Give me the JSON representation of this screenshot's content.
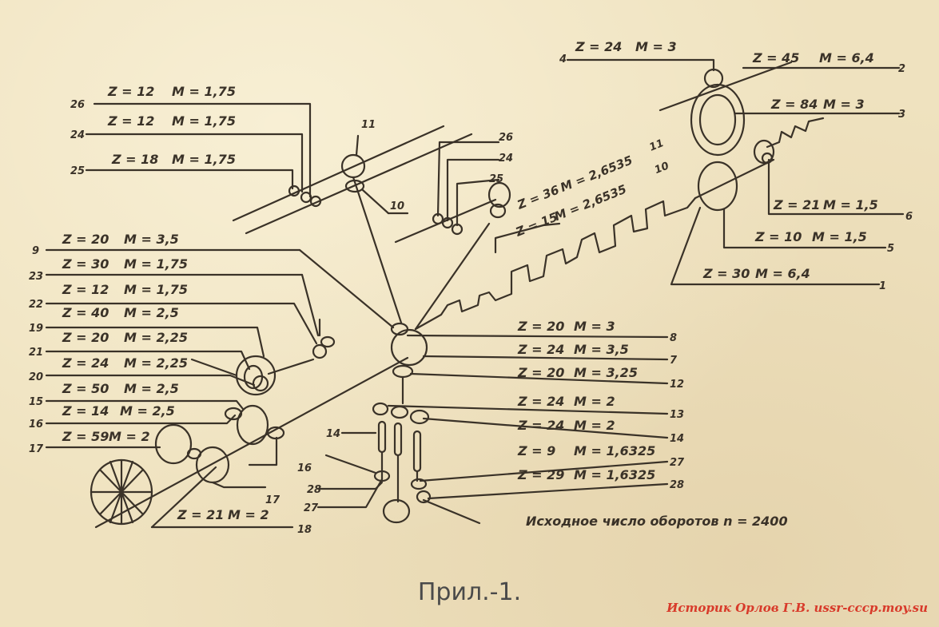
{
  "left_labels": [
    {
      "num": "26",
      "z": "Z = 12",
      "m": "M = 1,75"
    },
    {
      "num": "24",
      "z": "Z = 12",
      "m": "M = 1,75"
    },
    {
      "num": "25",
      "z": "Z = 18",
      "m": "M = 1,75"
    },
    {
      "num": "9",
      "z": "Z = 20",
      "m": "M = 3,5"
    },
    {
      "num": "23",
      "z": "Z = 30",
      "m": "M = 1,75"
    },
    {
      "num": "22",
      "z": "Z = 12",
      "m": "M = 1,75"
    },
    {
      "num": "19",
      "z": "Z = 40",
      "m": "M = 2,5"
    },
    {
      "num": "21",
      "z": "Z = 20",
      "m": "M = 2,25"
    },
    {
      "num": "20",
      "z": "Z = 24",
      "m": "M = 2,25"
    },
    {
      "num": "15",
      "z": "Z = 50",
      "m": "M = 2,5"
    },
    {
      "num": "16",
      "z": "Z = 14",
      "m": "M = 2,5"
    },
    {
      "num": "17",
      "z": "Z = 59",
      "m": "M = 2"
    }
  ],
  "right_labels": [
    {
      "num": "8",
      "z": "Z = 20",
      "m": "M = 3"
    },
    {
      "num": "7",
      "z": "Z = 24",
      "m": "M = 3,5"
    },
    {
      "num": "12",
      "z": "Z = 20",
      "m": "M = 3,25"
    },
    {
      "num": "13",
      "z": "Z = 24",
      "m": "M = 2"
    },
    {
      "num": "14",
      "z": "Z = 24",
      "m": "M = 2"
    },
    {
      "num": "27",
      "z": "Z = 9",
      "m": "M = 1,6325"
    },
    {
      "num": "28",
      "z": "Z = 29",
      "m": "M = 1,6325"
    }
  ],
  "top_right_labels": [
    {
      "num": "4",
      "z": "Z = 24",
      "m": "M = 3"
    },
    {
      "num": "2",
      "z": "Z = 45",
      "m": "M = 6,4"
    },
    {
      "num": "3",
      "z": "Z = 84",
      "m": "M = 3"
    },
    {
      "num": "6",
      "z": "Z = 21",
      "m": "M = 1,5"
    },
    {
      "num": "5",
      "z": "Z = 10",
      "m": "M = 1,5"
    },
    {
      "num": "1",
      "z": "Z = 30",
      "m": "M = 6,4"
    }
  ],
  "center_labels": {
    "n26": "26",
    "n24": "24",
    "n25": "25",
    "n11": "11",
    "n10": "10",
    "top11": "11",
    "top10": "10",
    "g11_z": "Z = 36",
    "g11_m": "M = 2,6535",
    "g10_z": "Z = 15",
    "g10_m": "M = 2,6535"
  },
  "bottom_labels": {
    "n14": "14",
    "n28": "28",
    "n27": "27",
    "n16": "16",
    "n17": "17",
    "n18": "18",
    "g18_z": "Z = 21",
    "g18_m": "M = 2"
  },
  "note": "Исходное число оборотов  n = 2400",
  "caption": "Прил.-1.",
  "credit": "Историк Орлов Г.В. ussr-cccp.moy.su",
  "colors": {
    "ink": "#3a3228",
    "paper": "#efe2bf",
    "credit": "#d83a2a"
  }
}
